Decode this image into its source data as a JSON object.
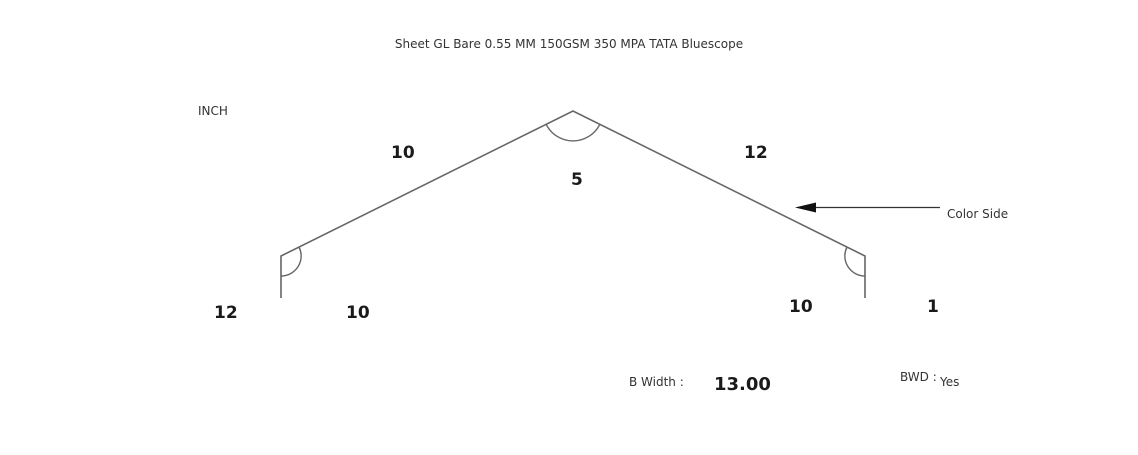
{
  "title": "Sheet GL Bare 0.55 MM 150GSM 350 MPA TATA Bluescope",
  "unit": "INCH",
  "lengths": {
    "left_slope": "10",
    "right_slope": "12",
    "left_foot": "10",
    "right_foot": "10"
  },
  "angles": {
    "apex": "5",
    "left_corner": "12",
    "right_corner": "1"
  },
  "color_side_label": "Color Side",
  "b_width": {
    "label": "B Width :",
    "value": "13.00"
  },
  "bwd": {
    "label": "BWD :",
    "value": "Yes"
  },
  "colors": {
    "line": "#666666",
    "arrow": "#333333"
  }
}
